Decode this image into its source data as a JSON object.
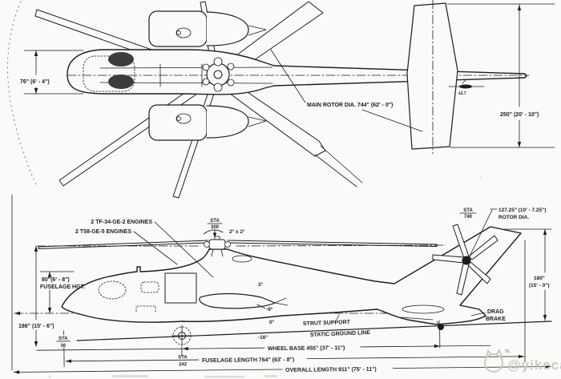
{
  "colors": {
    "ink": "#1d1d1b",
    "paper": "#fafaf8",
    "watermark": "#c9c9c5"
  },
  "top_view": {
    "width_label": "76\" (6' - 4\")",
    "main_rotor_label": "MAIN ROTOR DIA. 744\" (62' - 0\")",
    "stab_span_label": "250\" (20' - 10\")",
    "datum_label": "±2.7"
  },
  "side_view": {
    "engines_tf34": "2 TF-34-GE-2 ENGINES",
    "engines_t58": "2 T58-GE-5 ENGINES",
    "sta300": {
      "sta": "STA",
      "num": "300"
    },
    "rotor_tilt": "2° ± 2°",
    "fus_hgt_1": "80\"(6' - 8\")",
    "fus_hgt_2": "FUSELAGE HGT.",
    "height_label": "186\" (15' - 6\")",
    "sta36": {
      "sta": "STA",
      "num": "36"
    },
    "sta242": {
      "sta": "STA",
      "num": "242"
    },
    "sta740": {
      "sta": "STA",
      "num": "740"
    },
    "tail_rotor_1": "127.25\" (10' - 7.25\")",
    "tail_rotor_2": "ROTOR DIA.",
    "tail_height_1": "180\"",
    "tail_height_2": "(15' - 0\")",
    "drag_1": "DRAG",
    "drag_2": "BRAKE",
    "strut_label": "STRUT SUPPORT",
    "ground_label": "STATIC GROUND LINE",
    "incidence": "3°",
    "flap_up": "-9°",
    "flap_zero": "0°",
    "ground_angle": "-16°"
  },
  "dims": {
    "wheel_base": "WHEEL BASE 455\" (37' - 11\")",
    "fuselage_length": "FUSELAGE LENGTH 764\" (63' - 8\")",
    "overall_length": "OVERALL LENGTH 911\" (75' - 11\")"
  },
  "watermark": {
    "handle": "@yikecat"
  }
}
